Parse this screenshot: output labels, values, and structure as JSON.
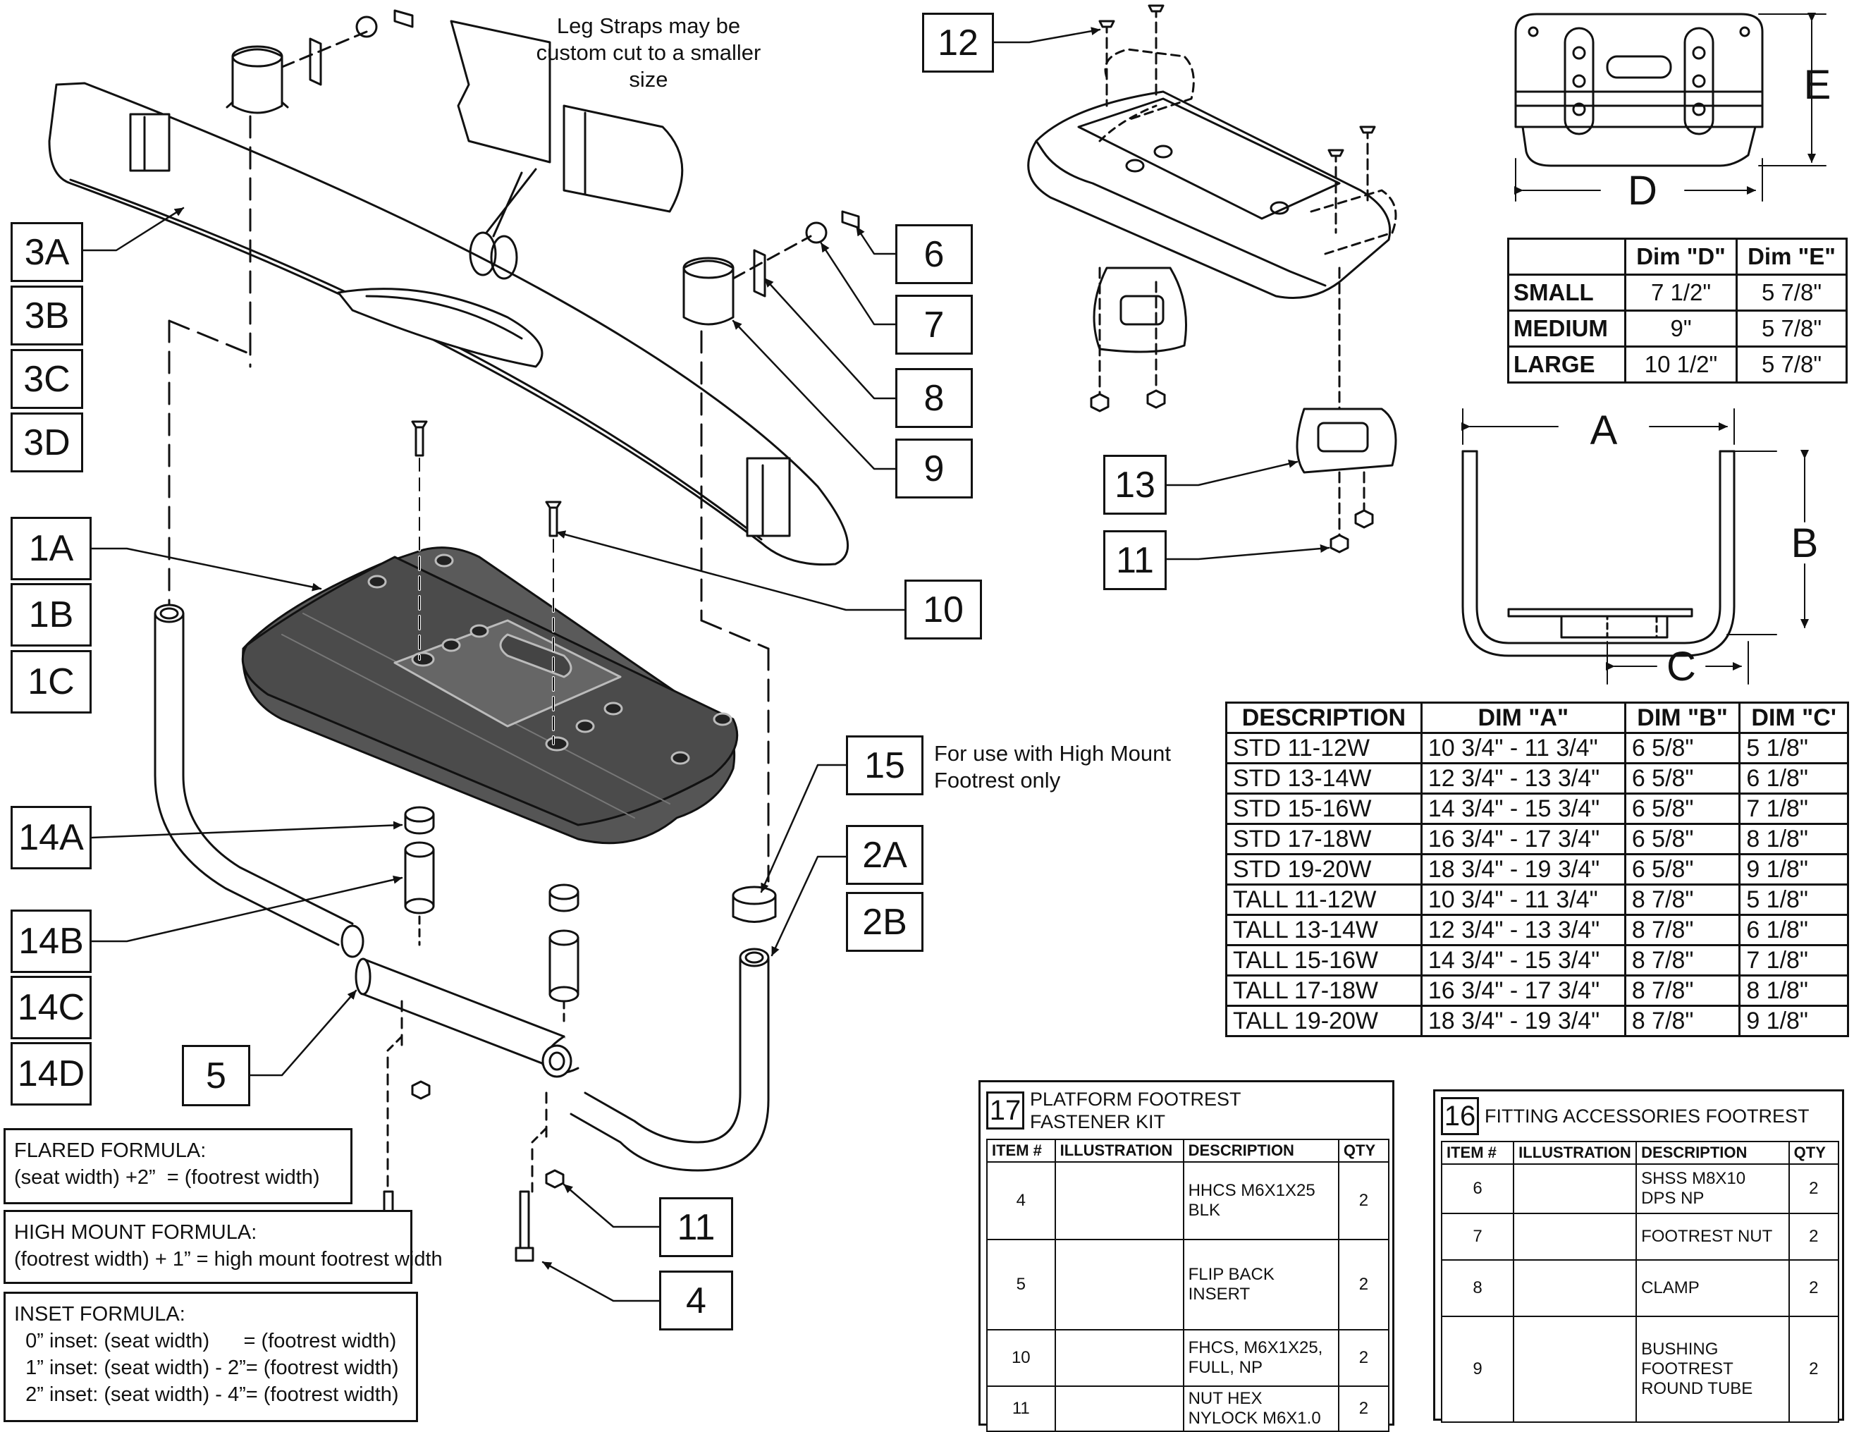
{
  "callouts": {
    "c3A": "3A",
    "c3B": "3B",
    "c3C": "3C",
    "c3D": "3D",
    "c1A": "1A",
    "c1B": "1B",
    "c1C": "1C",
    "c14A": "14A",
    "c14B": "14B",
    "c14C": "14C",
    "c14D": "14D",
    "c5": "5",
    "c6": "6",
    "c7": "7",
    "c8": "8",
    "c9": "9",
    "c10": "10",
    "c15": "15",
    "c2A": "2A",
    "c2B": "2B",
    "c11a": "11",
    "c4": "4",
    "c12": "12",
    "c13": "13",
    "c11b": "11"
  },
  "notes": {
    "leg_straps": "Leg Straps may be custom cut to a smaller size",
    "high_mount_only": "For use with High Mount Footrest only"
  },
  "dimension_letters": {
    "A": "A",
    "B": "B",
    "C": "C",
    "D": "D",
    "E": "E"
  },
  "formulas": {
    "flared_title": "FLARED FORMULA:",
    "flared_line": "(seat width) +2”  = (footrest width)",
    "high_mount_title": "HIGH MOUNT FORMULA:",
    "high_mount_line": "(footrest width) + 1” = high mount footrest width",
    "inset_title": "INSET FORMULA:",
    "inset_lines": [
      "  0” inset: (seat width)      = (footrest width)",
      "  1” inset: (seat width) - 2”= (footrest width)",
      "  2” inset: (seat width) - 4”= (footrest width)"
    ]
  },
  "platform_sizes": {
    "headers": [
      "",
      "Dim \"D\"",
      "Dim \"E\""
    ],
    "rows": [
      [
        "SMALL",
        "7 1/2\"",
        "5 7/8\""
      ],
      [
        "MEDIUM",
        "9\"",
        "5 7/8\""
      ],
      [
        "LARGE",
        "10 1/2\"",
        "5 7/8\""
      ]
    ]
  },
  "footrest_sizes": {
    "headers": [
      "DESCRIPTION",
      "DIM \"A\"",
      "DIM \"B\"",
      "DIM \"C'"
    ],
    "rows": [
      [
        "STD 11-12W",
        "10 3/4\" - 11 3/4\"",
        "6 5/8\"",
        "5 1/8\""
      ],
      [
        "STD 13-14W",
        "12 3/4\" - 13 3/4\"",
        "6 5/8\"",
        "6 1/8\""
      ],
      [
        "STD 15-16W",
        "14 3/4\" - 15 3/4\"",
        "6 5/8\"",
        "7 1/8\""
      ],
      [
        "STD 17-18W",
        "16 3/4\" - 17 3/4\"",
        "6 5/8\"",
        "8 1/8\""
      ],
      [
        "STD 19-20W",
        "18 3/4\" - 19 3/4\"",
        "6 5/8\"",
        "9 1/8\""
      ],
      [
        "TALL 11-12W",
        "10 3/4\" - 11 3/4\"",
        "8 7/8\"",
        "5 1/8\""
      ],
      [
        "TALL 13-14W",
        "12 3/4\" - 13 3/4\"",
        "8 7/8\"",
        "6 1/8\""
      ],
      [
        "TALL 15-16W",
        "14 3/4\" - 15 3/4\"",
        "8 7/8\"",
        "7 1/8\""
      ],
      [
        "TALL 17-18W",
        "16 3/4\" - 17 3/4\"",
        "8 7/8\"",
        "8 1/8\""
      ],
      [
        "TALL 19-20W",
        "18 3/4\" - 19 3/4\"",
        "8 7/8\"",
        "9 1/8\""
      ]
    ]
  },
  "kit17": {
    "number": "17",
    "title": "PLATFORM FOOTREST FASTENER KIT",
    "headers": [
      "ITEM #",
      "ILLUSTRATION",
      "DESCRIPTION",
      "QTY"
    ],
    "rows": [
      {
        "item": "4",
        "icon": "bolt-hex-icon",
        "desc": "HHCS M6X1X25 BLK",
        "qty": "2"
      },
      {
        "item": "5",
        "icon": "flip-back-insert-icon",
        "desc": "FLIP BACK INSERT",
        "qty": "2"
      },
      {
        "item": "10",
        "icon": "flat-head-screw-icon",
        "desc": "FHCS, M6X1X25, FULL, NP",
        "qty": "2"
      },
      {
        "item": "11",
        "icon": "hex-nut-icon",
        "desc": "NUT HEX NYLOCK M6X1.0",
        "qty": "2"
      }
    ]
  },
  "kit16": {
    "number": "16",
    "title": "FITTING ACCESSORIES FOOTREST",
    "headers": [
      "ITEM #",
      "ILLUSTRATION",
      "DESCRIPTION",
      "QTY"
    ],
    "rows": [
      {
        "item": "6",
        "icon": "set-screw-icon",
        "desc": "SHSS M8X10 DPS NP",
        "qty": "2"
      },
      {
        "item": "7",
        "icon": "footrest-nut-icon",
        "desc": "FOOTREST NUT",
        "qty": "2"
      },
      {
        "item": "8",
        "icon": "clamp-icon",
        "desc": "CLAMP",
        "qty": "2"
      },
      {
        "item": "9",
        "icon": "bushing-icon",
        "desc": "BUSHING FOOTREST ROUND TUBE",
        "qty": "2"
      }
    ]
  }
}
